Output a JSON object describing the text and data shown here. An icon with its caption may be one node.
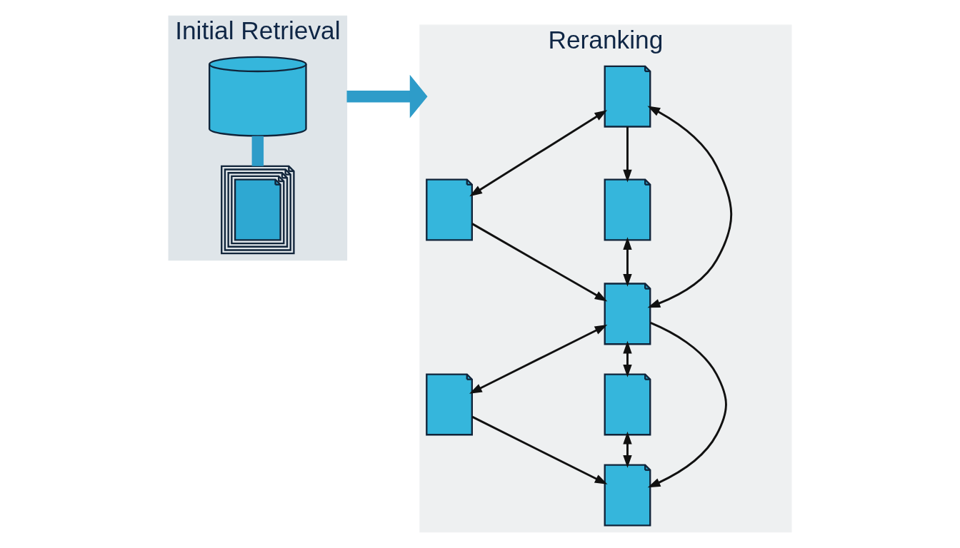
{
  "diagram": {
    "nodes": [
      {
        "text": [
          "Initial Retrieval"
        ]
      },
      {
        "text": [],
        "shape": "cylinder",
        "in": 0
      },
      {
        "text": [],
        "shape": "document",
        "in": 0
      },
      {
        "text": [
          "Reranking"
        ]
      },
      {
        "text": [],
        "shape": "document",
        "in": 3
      },
      {
        "text": [],
        "shape": "document",
        "in": 3
      },
      {
        "text": [],
        "shape": "document",
        "in": 3
      },
      {
        "text": [],
        "shape": "document",
        "in": 3
      },
      {
        "text": [],
        "shape": "document",
        "in": 3
      },
      {
        "text": [],
        "shape": "document",
        "in": 3
      },
      {
        "text": [],
        "shape": "document",
        "in": 3
      }
    ],
    "edges": [
      {
        "from": 1,
        "to": 2,
        "arrow": "none",
        "style": "thick",
        "color": "#2e9cc9"
      },
      {
        "from": 0,
        "to": 3,
        "arrow": "to",
        "style": "thick",
        "color": "#2e9cc9"
      },
      {
        "from": 4,
        "to": 5,
        "arrow": "both"
      },
      {
        "from": 4,
        "to": 6,
        "arrow": "to"
      },
      {
        "from": 4,
        "to": 7,
        "arrow": "both"
      },
      {
        "from": 5,
        "to": 7,
        "arrow": "to"
      },
      {
        "from": 6,
        "to": 7,
        "arrow": "both"
      },
      {
        "from": 7,
        "to": 8,
        "arrow": "both"
      },
      {
        "from": 7,
        "to": 9,
        "arrow": "both"
      },
      {
        "from": 7,
        "to": 10,
        "arrow": "to"
      },
      {
        "from": 8,
        "to": 10,
        "arrow": "to"
      },
      {
        "from": 9,
        "to": 10,
        "arrow": "both"
      }
    ]
  }
}
